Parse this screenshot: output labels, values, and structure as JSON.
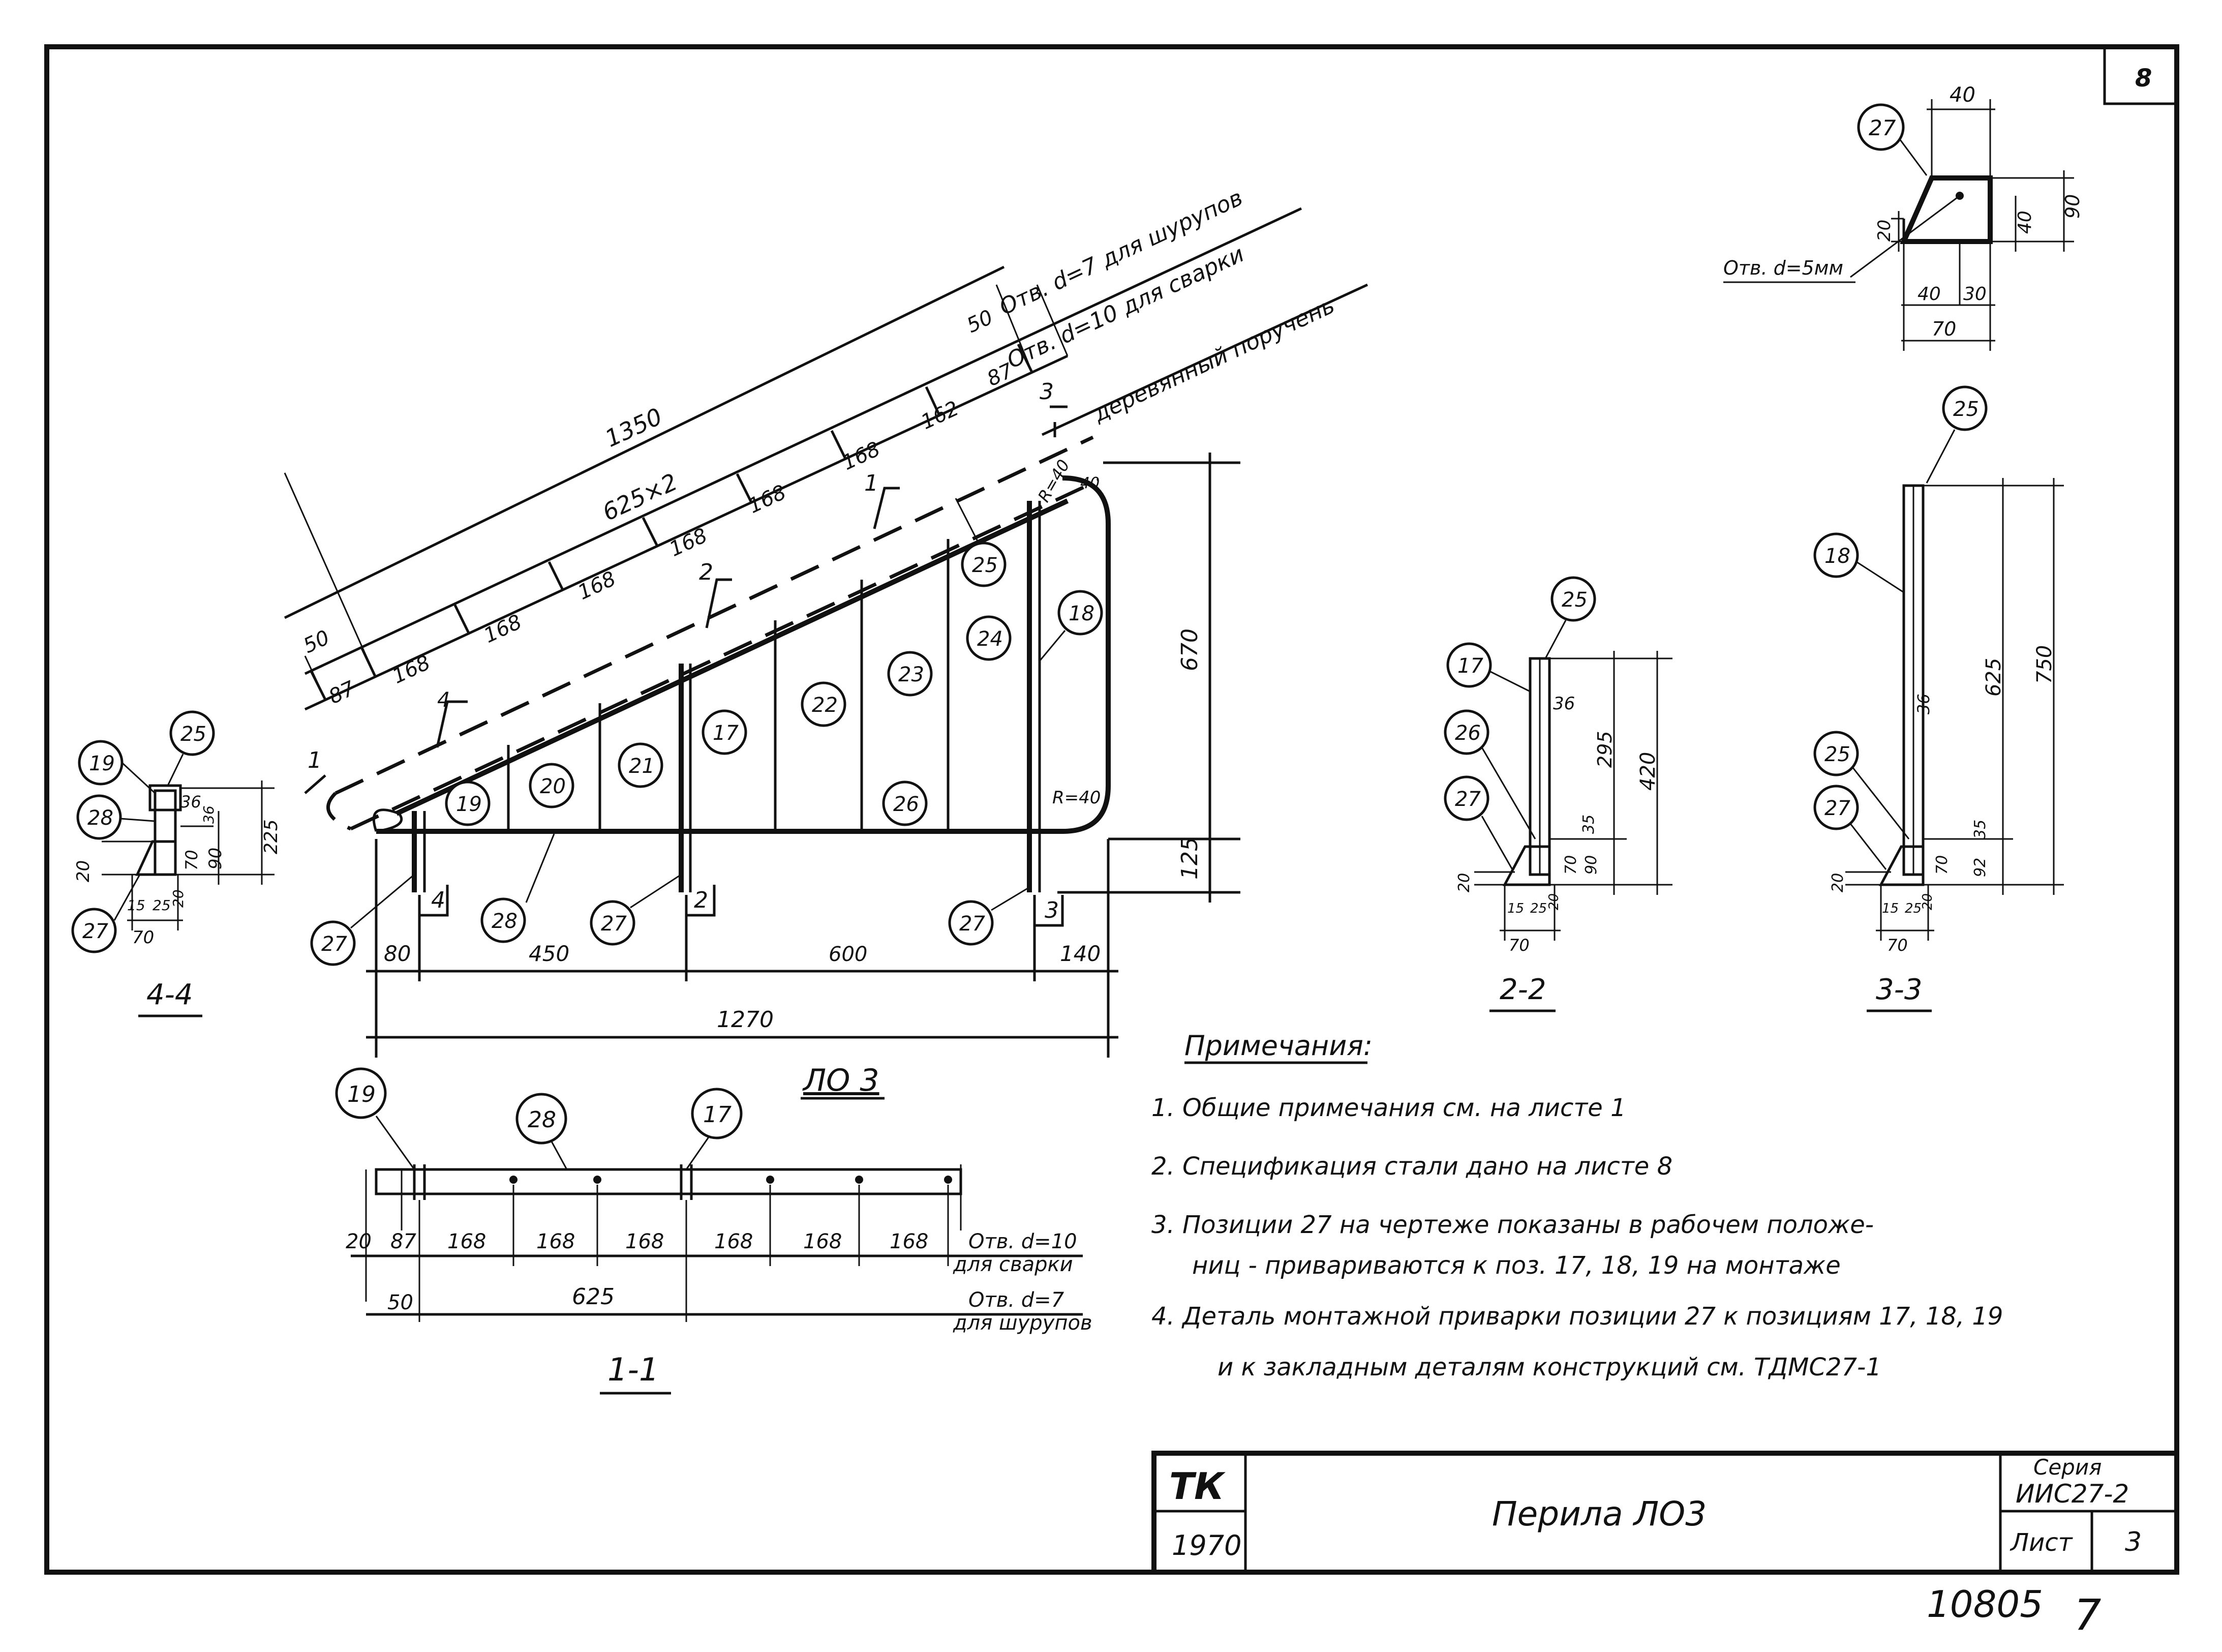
{
  "sheet": {
    "corner_number": "8",
    "bottom_left_number": "10805",
    "bottom_right_number": "7"
  },
  "title_block": {
    "org": "ТК",
    "year": "1970",
    "title": "Перила ЛО3",
    "series_label": "Серия",
    "series_value": "ИИС27-2",
    "sheet_label": "Лист",
    "sheet_value": "3"
  },
  "main_view": {
    "caption": "ЛО 3",
    "hole_notes": [
      "Отв. d=7 для шурупов",
      "Отв. d=10 для сварки"
    ],
    "handrail_label": "деревянный поручень",
    "dim_1350": "1350",
    "dim_625x2": "625×2",
    "dim_50": "50",
    "dim_87": "87",
    "pitch_168": "168",
    "pitch_162": "162",
    "dim_670": "670",
    "dim_125": "125",
    "dim_80": "80",
    "dim_450": "450",
    "dim_600": "600",
    "dim_140": "140",
    "dim_1270": "1270",
    "radius_top": "R=40",
    "radius_bottom": "R=40",
    "dim_40": "40",
    "section_marks": [
      "1",
      "2",
      "3",
      "4"
    ],
    "bubbles": [
      "17",
      "18",
      "19",
      "20",
      "21",
      "22",
      "23",
      "24",
      "25",
      "26",
      "27",
      "28"
    ]
  },
  "section_11": {
    "caption": "1-1",
    "bubble_19": "19",
    "bubble_28": "28",
    "bubble_17": "17",
    "dim_20": "20",
    "dim_87": "87",
    "dim_168": "168",
    "dim_50": "50",
    "dim_625": "625",
    "note_weld": "Отв. d=10",
    "note_weld_2": "для сварки",
    "note_screw": "Отв. d=7",
    "note_screw_2": "для шурупов"
  },
  "section_44": {
    "caption": "4-4",
    "bubbles": [
      "19",
      "25",
      "28",
      "27"
    ],
    "dims": [
      "36",
      "36",
      "225",
      "90",
      "70",
      "20",
      "15",
      "25",
      "20",
      "70"
    ]
  },
  "section_22": {
    "caption": "2-2",
    "bubbles": [
      "17",
      "25",
      "26",
      "27"
    ],
    "dims": [
      "36",
      "295",
      "420",
      "35",
      "70",
      "90",
      "20",
      "15",
      "25",
      "20",
      "70"
    ]
  },
  "section_33": {
    "caption": "3-3",
    "bubbles": [
      "25",
      "18",
      "25",
      "27"
    ],
    "dims": [
      "36",
      "625",
      "750",
      "35",
      "70",
      "92",
      "20",
      "15",
      "25",
      "20",
      "70"
    ]
  },
  "detail_27": {
    "bubble": "27",
    "hole_note": "Отв. d=5мм",
    "dims": [
      "40",
      "90",
      "40",
      "20",
      "40",
      "30",
      "70"
    ]
  },
  "notes": {
    "heading": "Примечания:",
    "items": [
      "1.  Общие  примечания см. на листе 1",
      "2.  Спецификация  стали  дано  на листе 8",
      "3.  Позиции 27 на чертеже  показаны в рабочем  положе-",
      "ниц  - привариваются к поз. 17, 18, 19 на  монтаже",
      "4.  Деталь  монтажной  приварки  позиции 27 к позициям  17, 18, 19",
      "и  к  закладным деталям   конструкций  см. ТДМС27-1"
    ]
  }
}
